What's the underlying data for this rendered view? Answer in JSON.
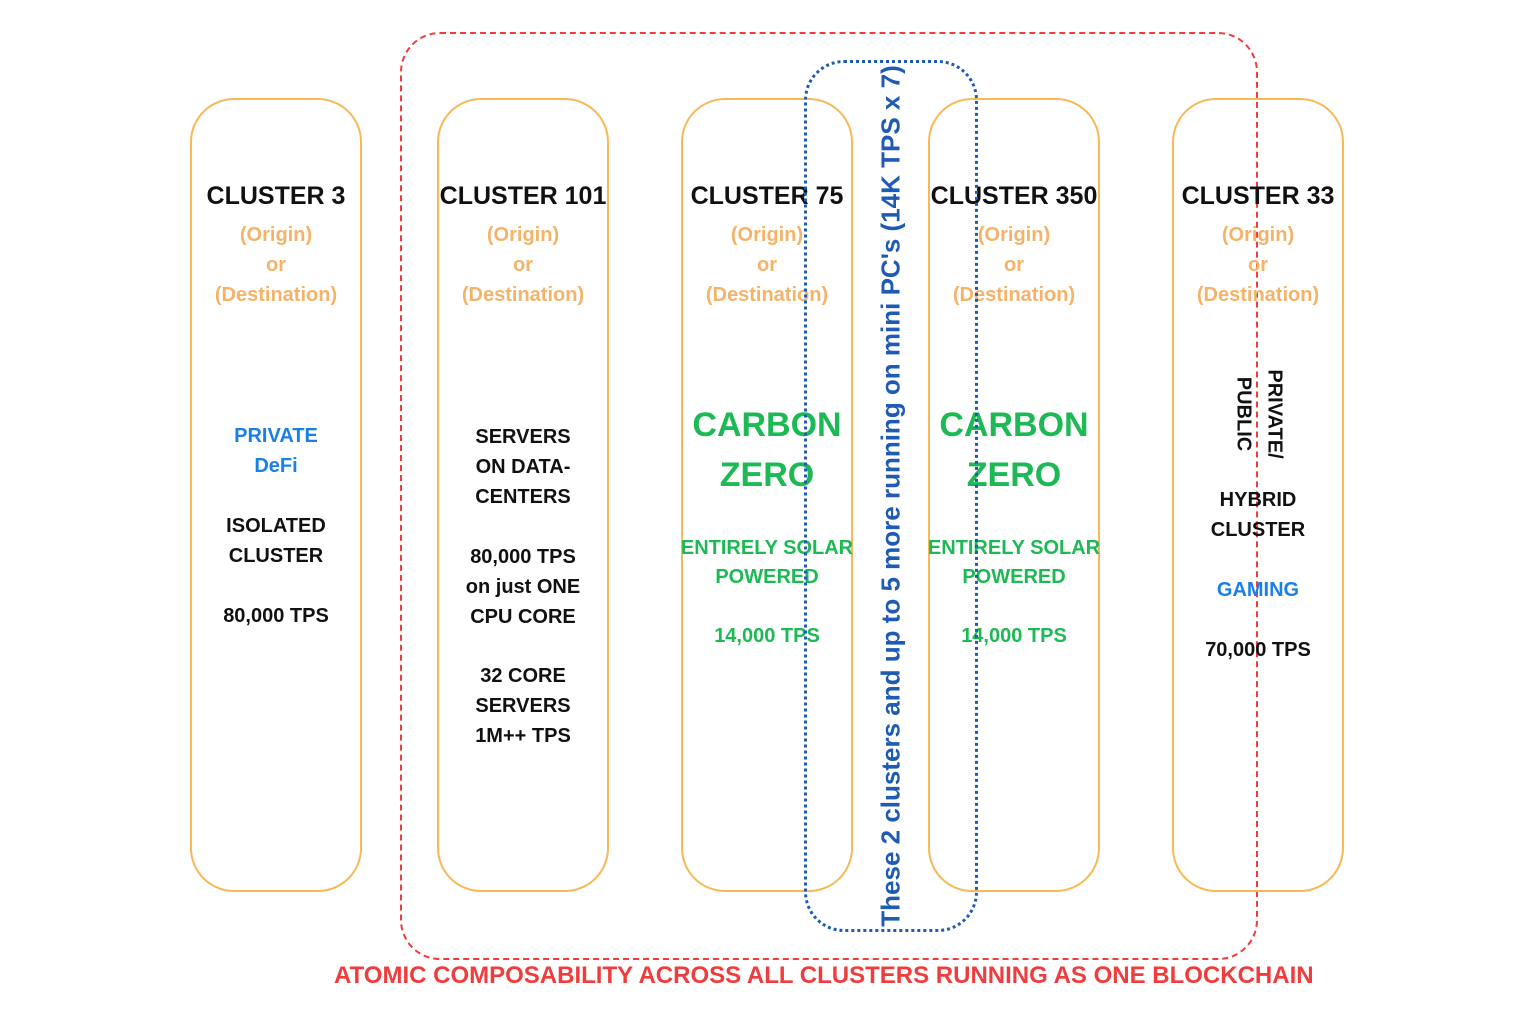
{
  "clusters": [
    {
      "title": "CLUSTER 3",
      "origin": "(Origin)",
      "or": "or",
      "destination": "(Destination)",
      "private": "PRIVATE",
      "defi": "DeFi",
      "isolated": "ISOLATED",
      "cluster": "CLUSTER",
      "tps": "80,000 TPS"
    },
    {
      "title": "CLUSTER 101",
      "origin": "(Origin)",
      "or": "or",
      "destination": "(Destination)",
      "line1": "SERVERS",
      "line2": "ON DATA-",
      "line3": "CENTERS",
      "line4": "80,000 TPS",
      "line5": "on just ONE",
      "line6": "CPU CORE",
      "line7": "32 CORE",
      "line8": "SERVERS",
      "line9": "1M++ TPS"
    },
    {
      "title": "CLUSTER 75",
      "origin": "(Origin)",
      "or": "or",
      "destination": "(Destination)",
      "carbon": "CARBON",
      "zero": "ZERO",
      "entirely": "ENTIRELY SOLAR",
      "powered": "POWERED",
      "tps": "14,000 TPS"
    },
    {
      "title": "CLUSTER 350",
      "origin": "(Origin)",
      "or": "or",
      "destination": "(Destination)",
      "carbon": "CARBON",
      "zero": "ZERO",
      "entirely": "ENTIRELY SOLAR",
      "powered": "POWERED",
      "tps": "14,000 TPS"
    },
    {
      "title": "CLUSTER 33",
      "origin": "(Origin)",
      "or": "or",
      "destination": "(Destination)",
      "private_rot": "PRIVATE/",
      "public_rot": "PUBLIC",
      "hybrid": "HYBRID",
      "cluster": "CLUSTER",
      "gaming": "GAMING",
      "tps": "70,000 TPS"
    }
  ],
  "vertical_note": "These 2 clusters and up to 5 more running on mini PC's (14K TPS x 7)",
  "footer": "ATOMIC COMPOSABILITY ACROSS ALL CLUSTERS RUNNING AS ONE BLOCKCHAIN",
  "colors": {
    "pill_border": "#F7B955",
    "origin_text": "#F5B36A",
    "green": "#1DB954",
    "blue": "#1A7FE8",
    "note_blue": "#1F5BB5",
    "red": "#F03C3C"
  }
}
